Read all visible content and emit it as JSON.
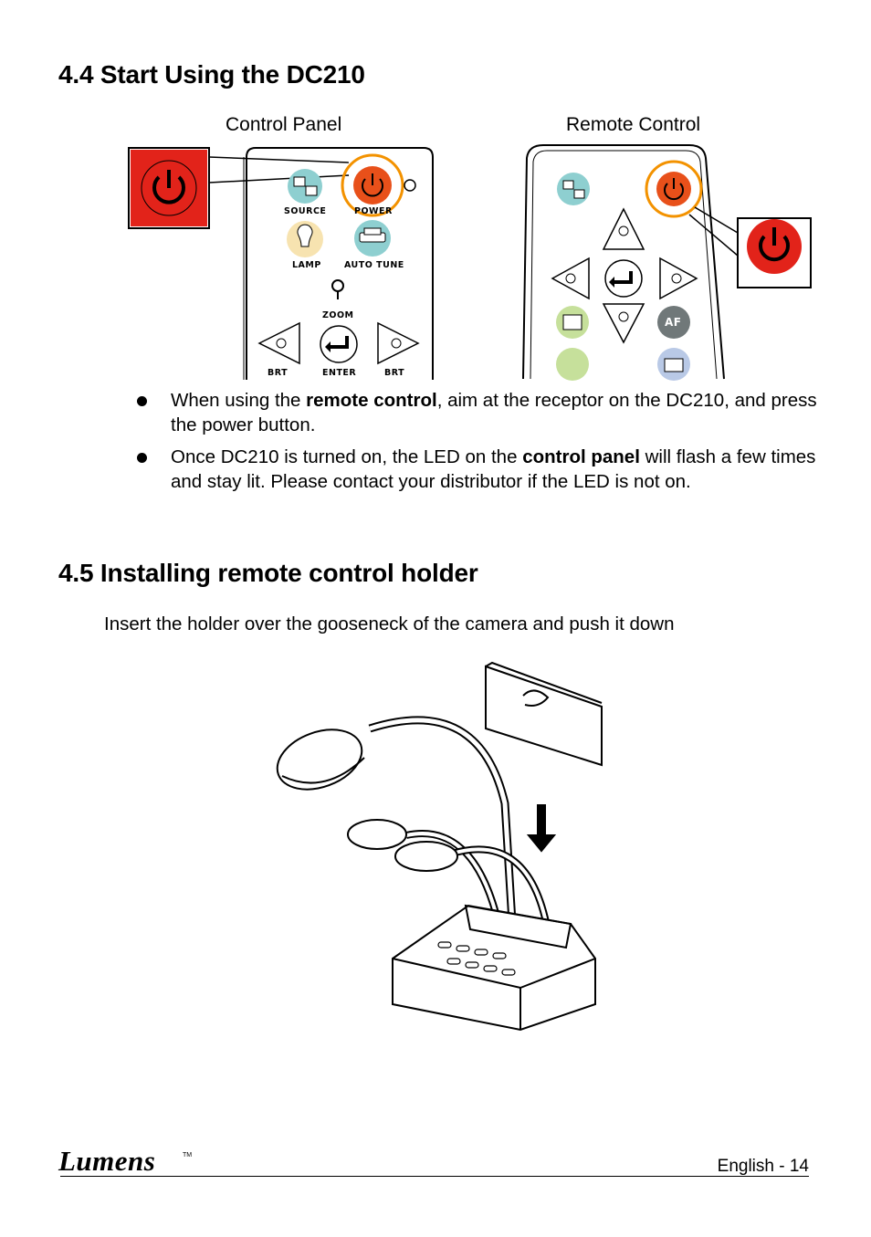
{
  "section1": {
    "heading": "4.4 Start Using the DC210",
    "label_control_panel": "Control Panel",
    "label_remote_control": "Remote Control",
    "panel_labels": {
      "source": "SOURCE",
      "power": "POWER",
      "lamp": "LAMP",
      "auto_tune": "AUTO TUNE",
      "zoom": "ZOOM",
      "brt_minus": "BRT",
      "enter": "ENTER",
      "brt_plus": "BRT"
    },
    "remote_labels": {
      "af": "AF"
    },
    "bullets": [
      {
        "before": "When using the ",
        "bold": "remote control",
        "after": ", aim at the receptor on the DC210, and press the power button."
      },
      {
        "before": "Once DC210 is turned on, the LED on the ",
        "bold": "control panel",
        "after": " will flash a few times and stay lit. Please contact your distributor if the LED is not on."
      }
    ]
  },
  "section2": {
    "heading": "4.5 Installing remote control holder",
    "instruction": "Insert the holder over the gooseneck of the camera and push it down"
  },
  "footer": {
    "brand": "Lumens",
    "trademark": "TM",
    "page": "English - 14"
  },
  "colors": {
    "power_red": "#e2231a",
    "power_orange": "#e8501a",
    "highlight_ring": "#f39200",
    "teal": "#8ecfd0"
  }
}
